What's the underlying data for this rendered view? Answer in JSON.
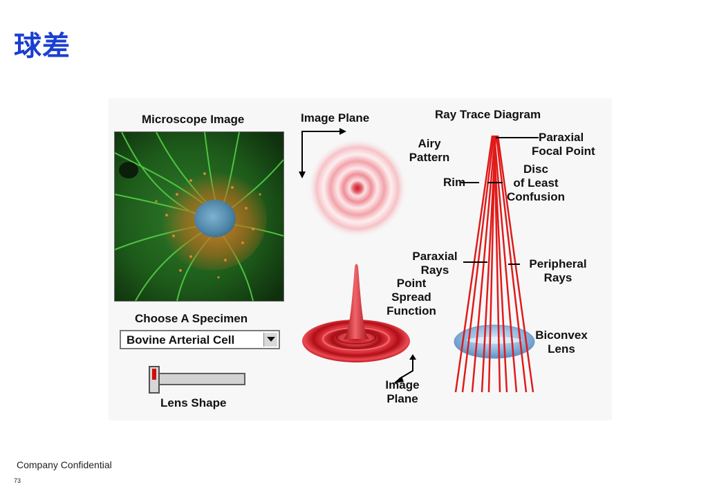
{
  "slide": {
    "title": "球差",
    "footer": "Company Confidential",
    "page_number": "73"
  },
  "applet": {
    "microscope_heading": "Microscope Image",
    "specimen_heading": "Choose A Specimen",
    "specimen_selected": "Bovine Arterial Cell",
    "lens_shape_label": "Lens Shape",
    "lens_shape_level": 0,
    "image_plane_top": "Image Plane",
    "image_plane_bottom_1": "Image",
    "image_plane_bottom_2": "Plane",
    "psf_1": "Point",
    "psf_2": "Spread",
    "psf_3": "Function",
    "ray_trace_heading": "Ray Trace Diagram",
    "airy_1": "Airy",
    "airy_2": "Pattern",
    "paraxial_focal_1": "Paraxial",
    "paraxial_focal_2": "Focal Point",
    "rim": "Rim",
    "disc_1": "Disc",
    "disc_2": "of Least",
    "disc_3": "Confusion",
    "paraxial_rays_1": "Paraxial",
    "paraxial_rays_2": "Rays",
    "peripheral_1": "Peripheral",
    "peripheral_2": "Rays",
    "lens_1": "Biconvex",
    "lens_2": "Lens"
  },
  "colors": {
    "title_blue": "#1a3fd1",
    "ray_red": "#e01a1a",
    "lens_blue": "#8fb7de"
  }
}
